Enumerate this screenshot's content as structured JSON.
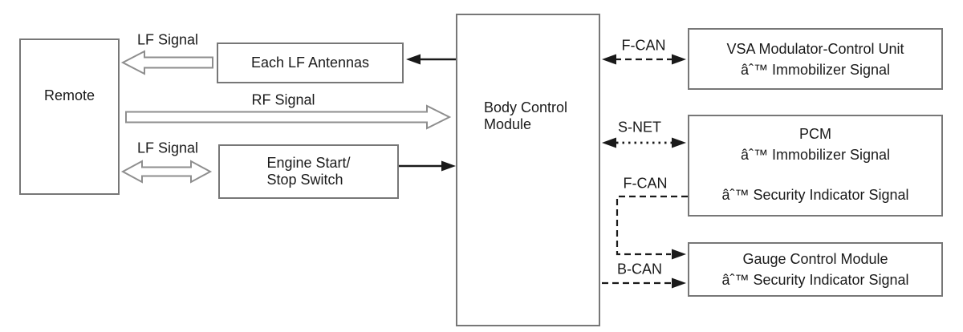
{
  "diagram": {
    "boxes": {
      "remote": {
        "label": "Remote"
      },
      "each_lf_antennas": {
        "label": "Each LF Antennas"
      },
      "engine_switch": {
        "line1": "Engine Start/",
        "line2": "Stop Switch"
      },
      "body_control_module": {
        "line1": "Body Control",
        "line2": "Module"
      },
      "vsa": {
        "line1": "VSA Modulator-Control Unit",
        "line2": "âˆ™ Immobilizer Signal"
      },
      "pcm": {
        "title": "PCM",
        "line2": "âˆ™ Immobilizer Signal",
        "line3": "âˆ™ Security Indicator Signal"
      },
      "gauge": {
        "line1": "Gauge Control Module",
        "line2": "âˆ™ Security Indicator Signal"
      }
    },
    "labels": {
      "lf_top": "LF Signal",
      "rf": "RF Signal",
      "lf_bottom": "LF Signal",
      "fcan_top": "F-CAN",
      "snet": "S-NET",
      "fcan_mid": "F-CAN",
      "bcan": "B-CAN"
    },
    "colors": {
      "background": "#ffffff",
      "text": "#1a1a1a",
      "line": "#1a1a1a",
      "box_border": "#777777",
      "hollow_stroke": "#8e8e8e"
    }
  }
}
